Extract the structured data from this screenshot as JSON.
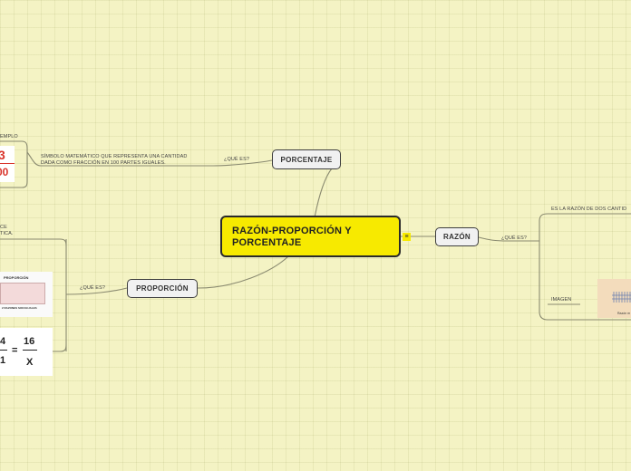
{
  "root": {
    "title_line1": "RAZÓN-PROPORCIÓN Y",
    "title_line2": "PORCENTAJE",
    "menu_icon": "≡"
  },
  "porcentaje": {
    "label": "PORCENTAJE",
    "question": "¿QUÉ ES?",
    "definition_line1": "SÍMBOLO MATEMÁTICO QUE REPRESENTA UNA CANTIDAD",
    "definition_line2": "DADA COMO FRACCIÓN EN 100 PARTES IGUALES.",
    "example_label": "EMPLO",
    "example_num": "3",
    "example_den": "00"
  },
  "proporcion": {
    "label": "PROPORCIÓN",
    "question": "¿QUÉ ES?",
    "partial_line1": "CE",
    "partial_line2": "TICA.",
    "image1": {
      "title": "PROPORCIÓN",
      "caption": "2 RAZONES SON IGUALES"
    },
    "equation": {
      "left_num": "4",
      "left_den": "1",
      "equals": "=",
      "right_num": "16",
      "right_den": "X"
    }
  },
  "razon": {
    "label": "RAZÓN",
    "question": "¿QUÉ ES?",
    "definition": "ES LA RAZÓN DE DOS CANTID",
    "image_label": "IMAGEN",
    "image_caption": "Razón m"
  },
  "colors": {
    "root": "#f7ea00",
    "background": "#f4f3c4",
    "connector": "#8a8a70",
    "percent_red": "#d9342b"
  }
}
